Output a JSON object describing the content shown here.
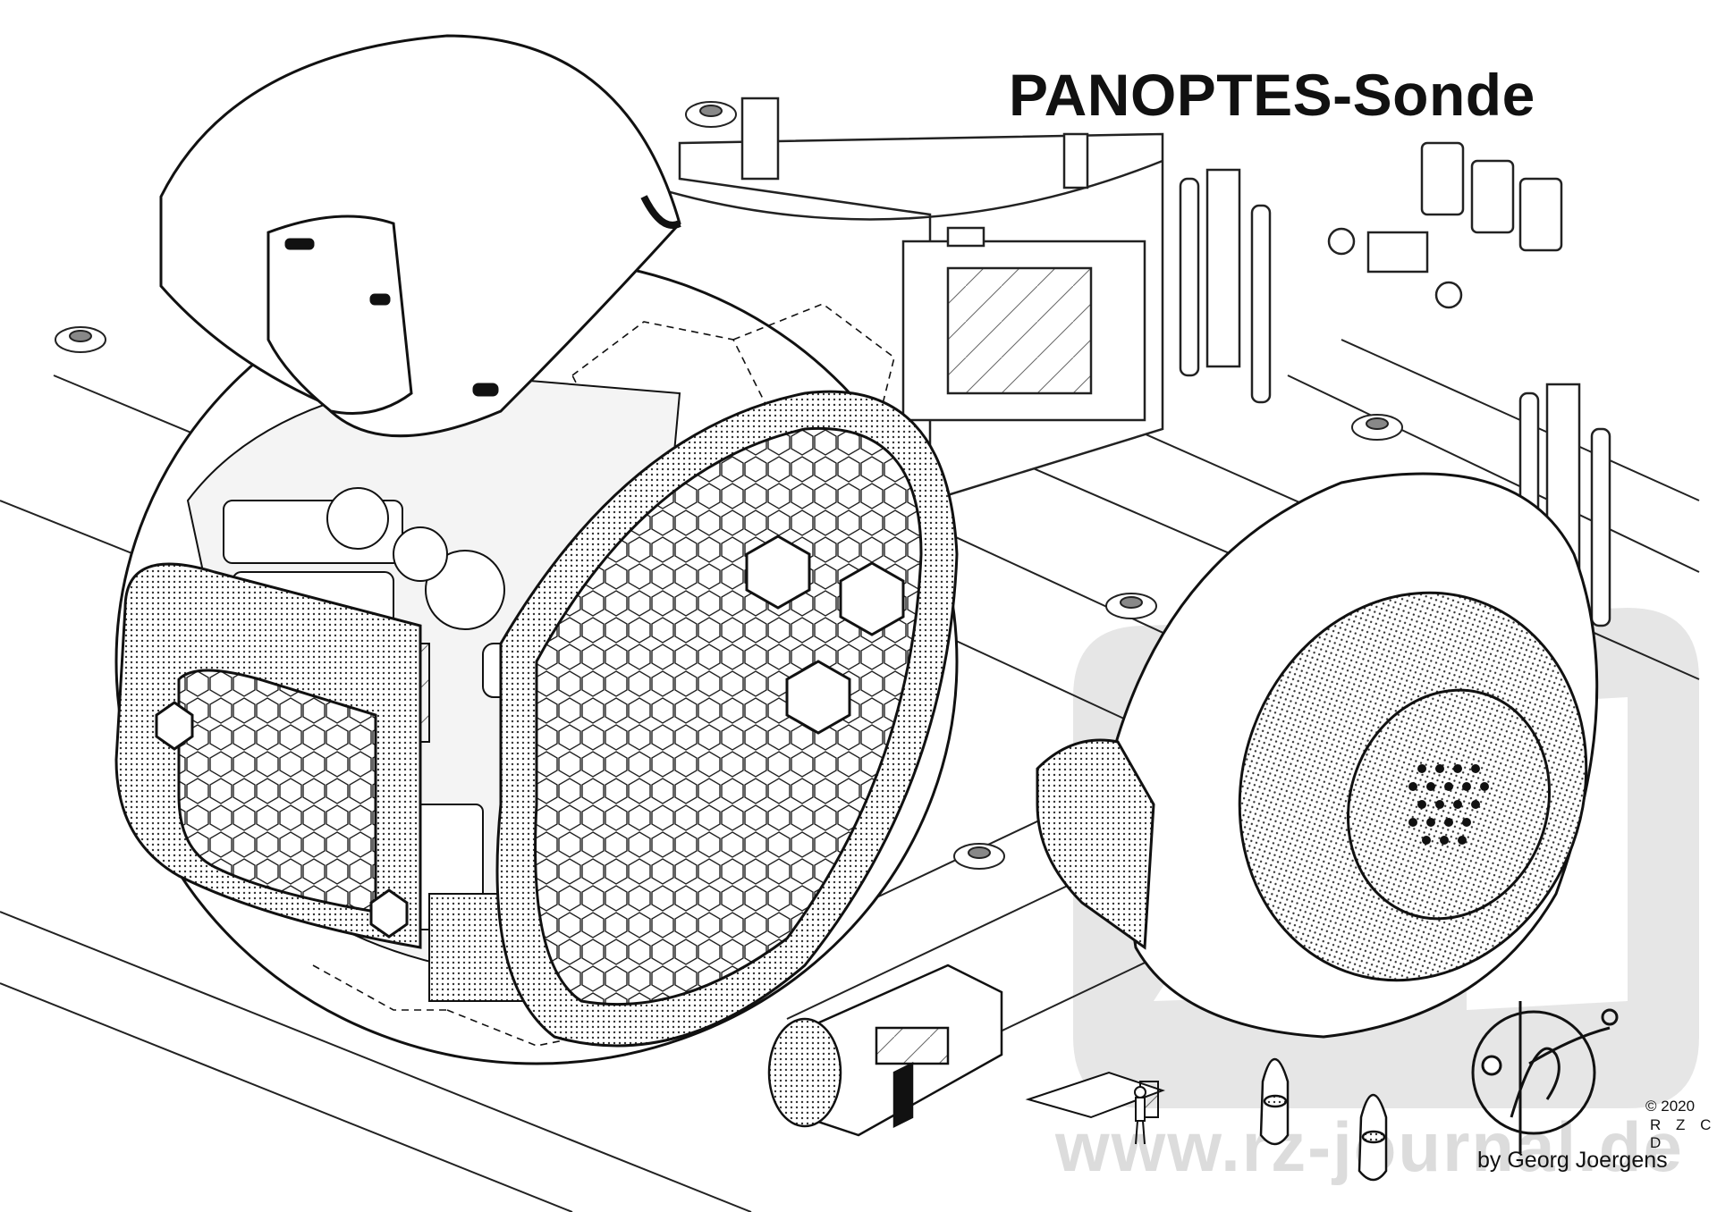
{
  "title": "PANOPTES-Sonde",
  "watermark": {
    "text": "www.rz-journal.de"
  },
  "copyright": {
    "year": "© 2020",
    "organization": "R Z C D"
  },
  "credit": "by Georg Joergens",
  "colors": {
    "ink": "#111111",
    "watermark": "#dcdcdc",
    "screen": "#8a8a8a"
  }
}
